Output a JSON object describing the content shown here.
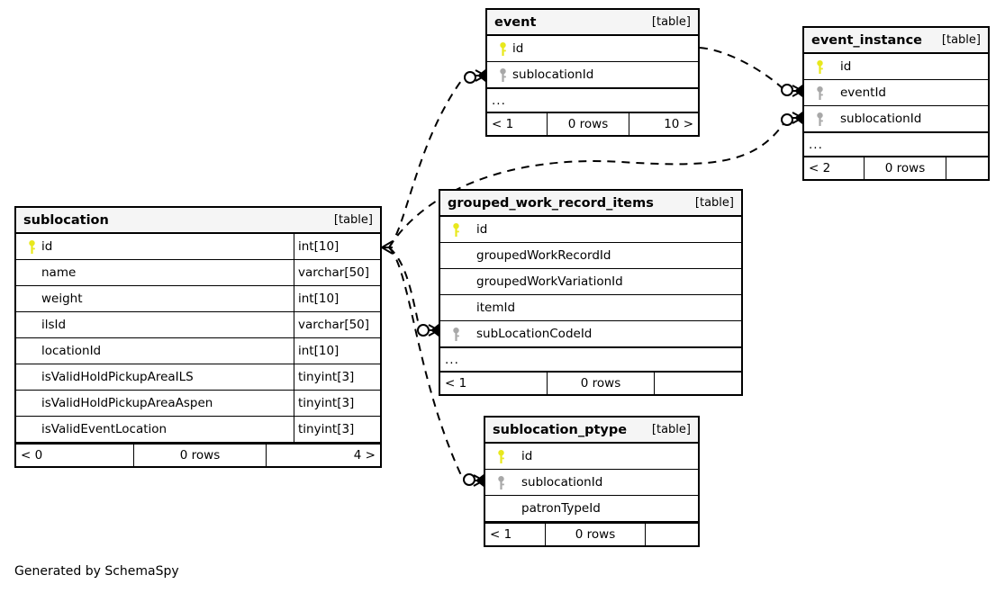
{
  "diagram": {
    "credit": "Generated by SchemaSpy",
    "kind_label": "[table]",
    "ellipsis": "...",
    "rows_label": "0 rows"
  },
  "tables": {
    "sublocation": {
      "name": "sublocation",
      "kind": "[table]",
      "columns": [
        {
          "name": "id",
          "type": "int[10]",
          "key": "primary"
        },
        {
          "name": "name",
          "type": "varchar[50]",
          "key": "none"
        },
        {
          "name": "weight",
          "type": "int[10]",
          "key": "none"
        },
        {
          "name": "ilsId",
          "type": "varchar[50]",
          "key": "none"
        },
        {
          "name": "locationId",
          "type": "int[10]",
          "key": "none"
        },
        {
          "name": "isValidHoldPickupAreaILS",
          "type": "tinyint[3]",
          "key": "none"
        },
        {
          "name": "isValidHoldPickupAreaAspen",
          "type": "tinyint[3]",
          "key": "none"
        },
        {
          "name": "isValidEventLocation",
          "type": "tinyint[3]",
          "key": "none"
        }
      ],
      "footer": {
        "left": "< 0",
        "mid": "0 rows",
        "right": "4 >"
      }
    },
    "event": {
      "name": "event",
      "kind": "[table]",
      "columns": [
        {
          "name": "id",
          "type": "",
          "key": "primary"
        },
        {
          "name": "sublocationId",
          "type": "",
          "key": "foreign"
        }
      ],
      "ellipsis": "...",
      "footer": {
        "left": "< 1",
        "mid": "0 rows",
        "right": "10 >"
      }
    },
    "event_instance": {
      "name": "event_instance",
      "kind": "[table]",
      "columns": [
        {
          "name": "id",
          "type": "",
          "key": "primary"
        },
        {
          "name": "eventId",
          "type": "",
          "key": "foreign"
        },
        {
          "name": "sublocationId",
          "type": "",
          "key": "foreign"
        }
      ],
      "ellipsis": "...",
      "footer": {
        "left": "< 2",
        "mid": "0 rows",
        "right": ""
      }
    },
    "grouped_work_record_items": {
      "name": "grouped_work_record_items",
      "kind": "[table]",
      "columns": [
        {
          "name": "id",
          "type": "",
          "key": "primary"
        },
        {
          "name": "groupedWorkRecordId",
          "type": "",
          "key": "none"
        },
        {
          "name": "groupedWorkVariationId",
          "type": "",
          "key": "none"
        },
        {
          "name": "itemId",
          "type": "",
          "key": "none"
        },
        {
          "name": "subLocationCodeId",
          "type": "",
          "key": "foreign"
        }
      ],
      "ellipsis": "...",
      "footer": {
        "left": "< 1",
        "mid": "0 rows",
        "right": ""
      }
    },
    "sublocation_ptype": {
      "name": "sublocation_ptype",
      "kind": "[table]",
      "columns": [
        {
          "name": "id",
          "type": "",
          "key": "primary"
        },
        {
          "name": "sublocationId",
          "type": "",
          "key": "foreign"
        },
        {
          "name": "patronTypeId",
          "type": "",
          "key": "none"
        }
      ],
      "footer": {
        "left": "< 1",
        "mid": "0 rows",
        "right": ""
      }
    }
  },
  "relationships": [
    {
      "from": "sublocation.id",
      "to": "event.sublocationId"
    },
    {
      "from": "sublocation.id",
      "to": "event_instance.sublocationId"
    },
    {
      "from": "sublocation.id",
      "to": "grouped_work_record_items.subLocationCodeId"
    },
    {
      "from": "sublocation.id",
      "to": "sublocation_ptype.sublocationId"
    },
    {
      "from": "event.id",
      "to": "event_instance.eventId"
    }
  ],
  "colors": {
    "primary_key": "#e8e81c",
    "foreign_key": "#a8a8a8",
    "header_bg": "#f5f5f5",
    "border": "#000000",
    "background": "#ffffff"
  }
}
